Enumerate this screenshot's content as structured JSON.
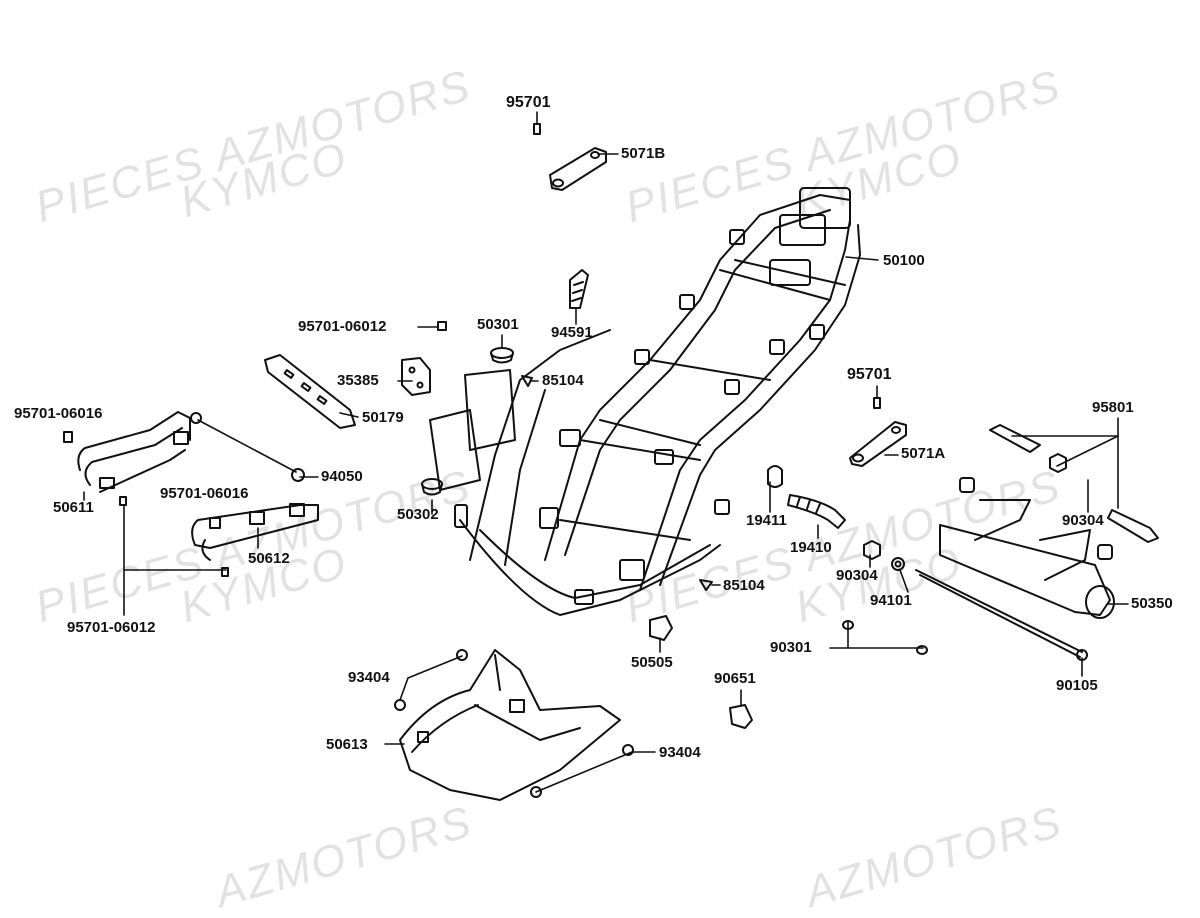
{
  "watermarks": [
    {
      "id": "wm1",
      "text": "PIECES AZMOTORS"
    },
    {
      "id": "wm2",
      "text": "KYMCO"
    },
    {
      "id": "wm3",
      "text": "PIECES AZMOTORS"
    },
    {
      "id": "wm4",
      "text": "KYMCO"
    },
    {
      "id": "wm5",
      "text": "PIECES AZMOTORS"
    },
    {
      "id": "wm6",
      "text": "KYMCO"
    },
    {
      "id": "wm7",
      "text": "PIECES AZMOTORS"
    },
    {
      "id": "wm8",
      "text": "KYMCO"
    },
    {
      "id": "wm9",
      "text": "AZMOTORS"
    },
    {
      "id": "wm10",
      "text": "AZMOTORS"
    }
  ],
  "part_labels": [
    {
      "id": "95701-top",
      "text": "95701"
    },
    {
      "id": "5071B",
      "text": "5071B"
    },
    {
      "id": "50100",
      "text": "50100"
    },
    {
      "id": "95701-06012-top",
      "text": "95701-06012"
    },
    {
      "id": "50301",
      "text": "50301"
    },
    {
      "id": "94591",
      "text": "94591"
    },
    {
      "id": "35385",
      "text": "35385"
    },
    {
      "id": "85104-top",
      "text": "85104"
    },
    {
      "id": "50179",
      "text": "50179"
    },
    {
      "id": "95701-06016-left",
      "text": "95701-06016"
    },
    {
      "id": "94050",
      "text": "94050"
    },
    {
      "id": "50611",
      "text": "50611"
    },
    {
      "id": "95701-06016-mid",
      "text": "95701-06016"
    },
    {
      "id": "50612",
      "text": "50612"
    },
    {
      "id": "50302",
      "text": "50302"
    },
    {
      "id": "95701-06012-bottom",
      "text": "95701-06012"
    },
    {
      "id": "95701-right",
      "text": "95701"
    },
    {
      "id": "5071A",
      "text": "5071A"
    },
    {
      "id": "95801",
      "text": "95801"
    },
    {
      "id": "19411",
      "text": "19411"
    },
    {
      "id": "19410",
      "text": "19410"
    },
    {
      "id": "90304-right",
      "text": "90304"
    },
    {
      "id": "90304-mid",
      "text": "90304"
    },
    {
      "id": "94101",
      "text": "94101"
    },
    {
      "id": "50350",
      "text": "50350"
    },
    {
      "id": "85104-bottom",
      "text": "85104"
    },
    {
      "id": "50505",
      "text": "50505"
    },
    {
      "id": "90301",
      "text": "90301"
    },
    {
      "id": "90105",
      "text": "90105"
    },
    {
      "id": "93404-left",
      "text": "93404"
    },
    {
      "id": "90651",
      "text": "90651"
    },
    {
      "id": "50613",
      "text": "50613"
    },
    {
      "id": "93404-right",
      "text": "93404"
    }
  ]
}
